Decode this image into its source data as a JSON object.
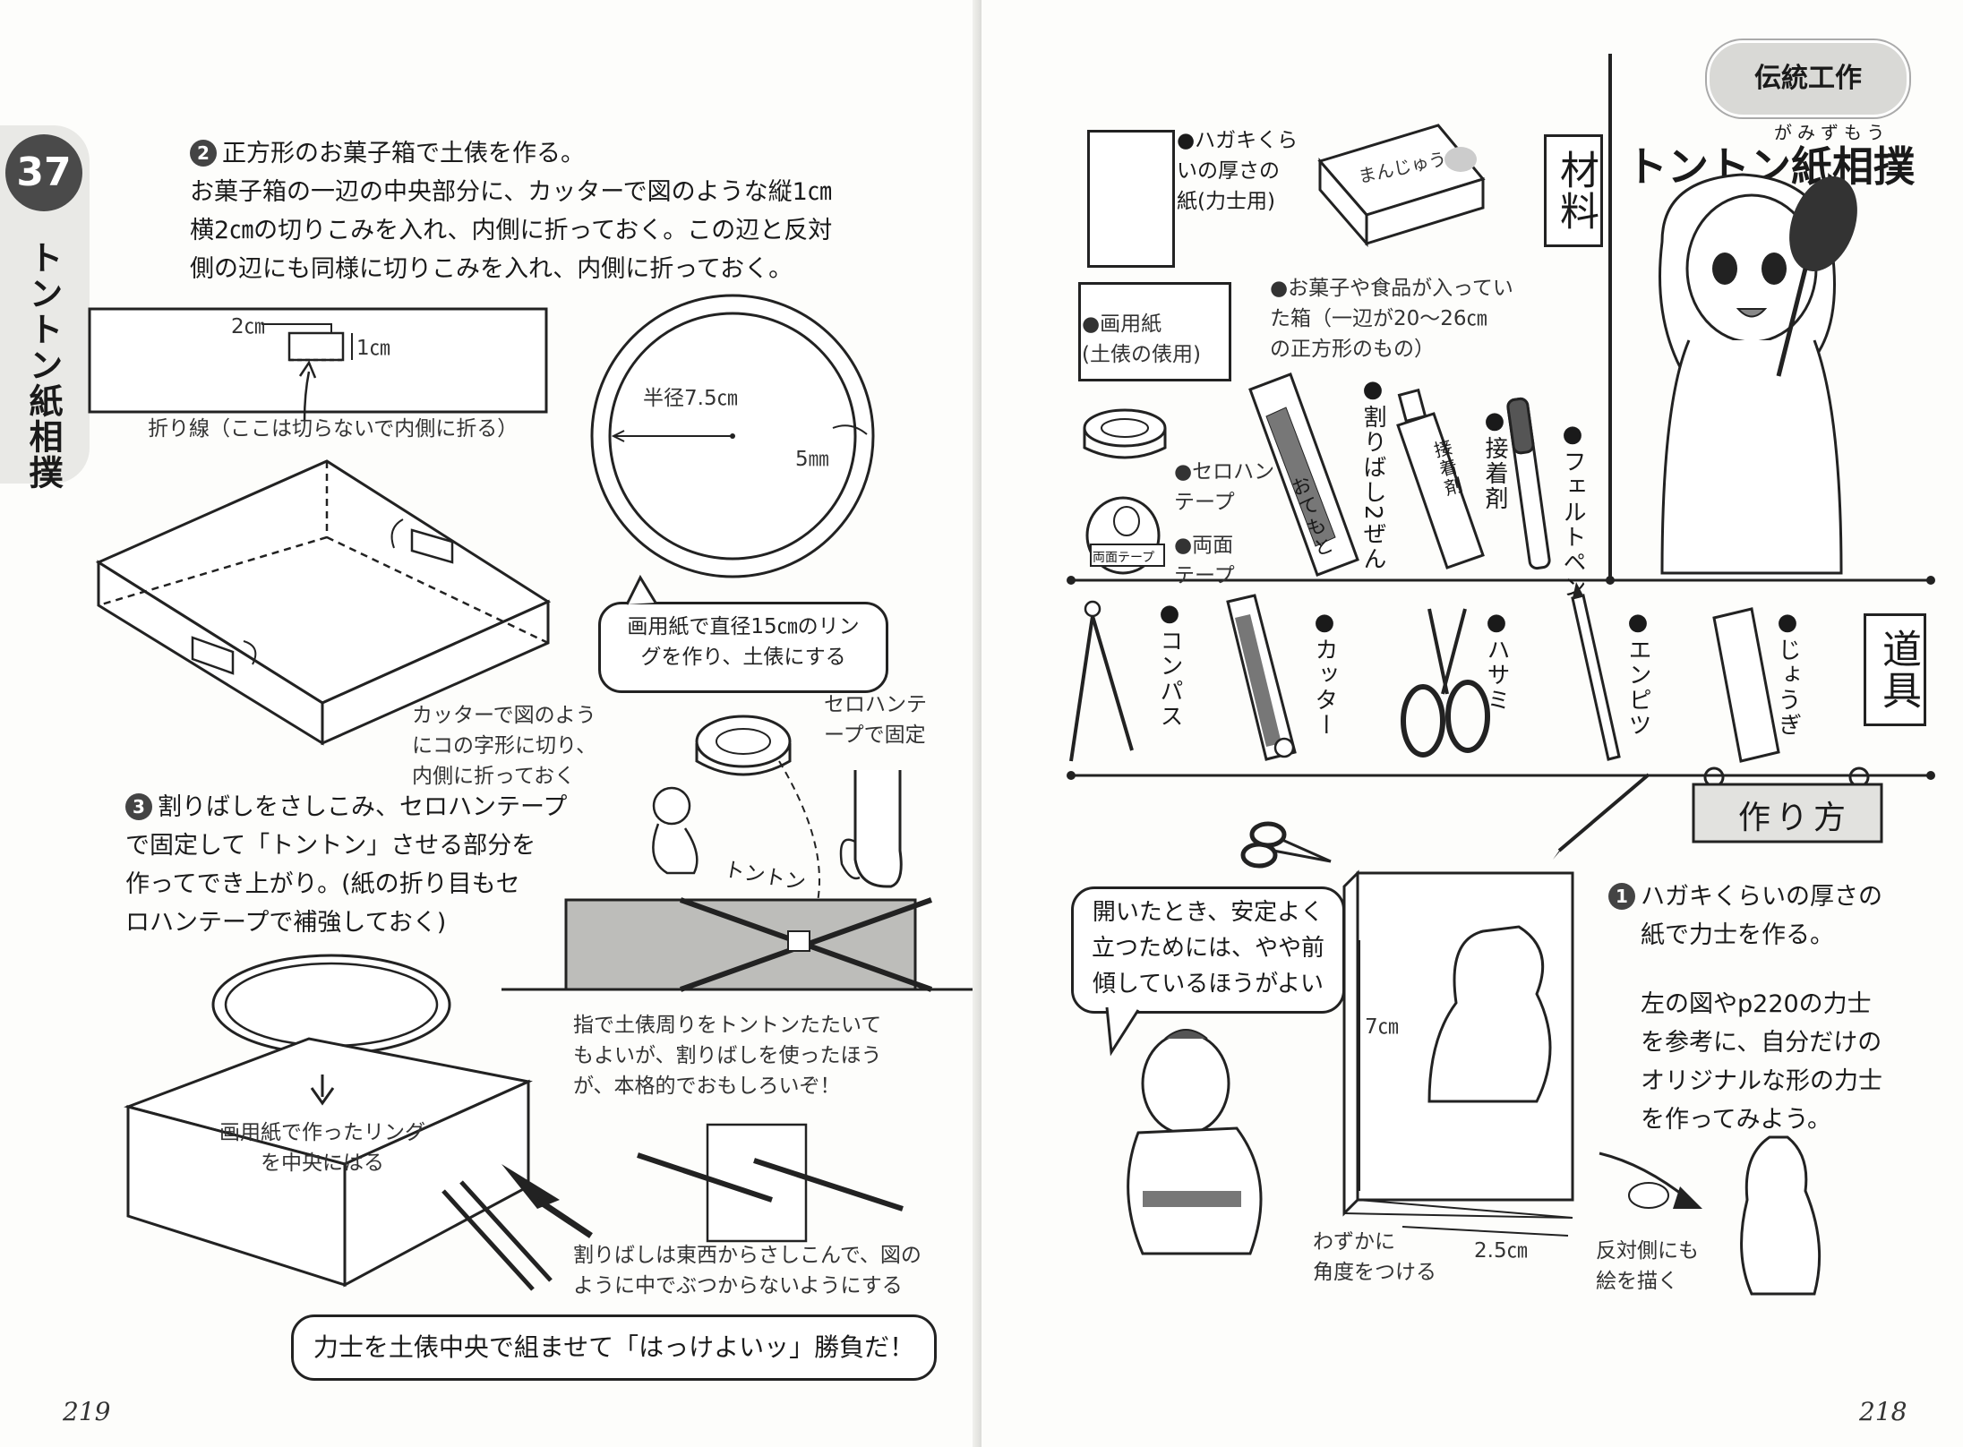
{
  "left_page": {
    "chapter_number": "37",
    "chapter_tab_title": "トントン紙相撲",
    "step2": {
      "number": "2",
      "lines": [
        "正方形のお菓子箱で土俵を作る。",
        "お菓子箱の一辺の中央部分に、カッターで図のような縦1㎝",
        "横2㎝の切りこみを入れ、内側に折っておく。この辺と反対",
        "側の辺にも同様に切りこみを入れ、内側に折っておく。"
      ]
    },
    "strip_diagram": {
      "width_label": "2㎝",
      "height_label": "1㎝",
      "fold_caption": "折り線（ここは切らないで内側に折る）"
    },
    "ring_diagram": {
      "radius_label": "半径7.5㎝",
      "width_label": "5㎜"
    },
    "ring_bubble": [
      "画用紙で直径15㎝のリン",
      "グを作り、土俵にする"
    ],
    "box_caption": [
      "カッターで図のよう",
      "にコの字形に切り、",
      "内側に折っておく"
    ],
    "tape_caption": [
      "セロハンテ",
      "ープで固定"
    ],
    "step3": {
      "number": "3",
      "lines": [
        "割りばしをさしこみ、セロハンテープ",
        "で固定して「トントン」させる部分を",
        "作ってでき上がり。(紙の折り目もセ",
        "ロハンテープで補強しておく)"
      ]
    },
    "tonton_sfx": "トントン",
    "finger_caption": [
      "指で土俵周りをトントンたたいて",
      "もよいが、割りばしを使ったほう",
      "が、本格的でおもしろいぞ！"
    ],
    "ring_center_caption": [
      "画用紙で作ったリング",
      "を中央にはる"
    ],
    "chopstick_caption": [
      "割りばしは東西からさしこんで、図の",
      "ように中でぶつからないようにする"
    ],
    "bottom_bubble": "力士を土俵中央で組ませて「はっけよいッ」勝負だ！",
    "page_number": "219"
  },
  "right_page": {
    "category_badge": "伝統工作",
    "title": "トントン紙相撲",
    "title_ruby": "がみずもう",
    "materials_label": "材料",
    "materials": [
      {
        "id": "paper",
        "lines": [
          "●ハガキくら",
          "いの厚さの",
          "紙(力士用)"
        ]
      },
      {
        "id": "sheet",
        "lines": [
          "●画用紙",
          "(土俵の俵用)"
        ]
      },
      {
        "id": "box",
        "lines": [
          "●お菓子や食品が入ってい",
          "た箱（一辺が20～26㎝",
          "の正方形のもの）"
        ]
      },
      {
        "id": "cellotape",
        "lines": [
          "●セロハン",
          "テープ"
        ]
      },
      {
        "id": "doubletape",
        "lines": [
          "●両面",
          "テープ"
        ]
      },
      {
        "id": "chopsticks",
        "text": "●割りばし2ぜん"
      },
      {
        "id": "glue",
        "text": "●接着剤"
      },
      {
        "id": "pen",
        "text": "●フェルトペン"
      }
    ],
    "box_label": "まんじゅう",
    "chopstick_wrapper_label": "おてもと",
    "glue_label": "接着剤",
    "doubletape_label": "両面テープ",
    "tools_label": "道具",
    "tools": [
      "●コンパス",
      "●カッター",
      "●ハサミ",
      "●エンピツ",
      "●じょうぎ"
    ],
    "howto_label": "作り方",
    "step1": {
      "number": "1",
      "lines": [
        "ハガキくらいの厚さの",
        "紙で力士を作る。"
      ],
      "lines2": [
        "左の図やp220の力士",
        "を参考に、自分だけの",
        "オリジナルな形の力士",
        "を作ってみよう。"
      ]
    },
    "stability_bubble": [
      "開いたとき、安定よく",
      "立つためには、やや前",
      "傾しているほうがよい"
    ],
    "height_label": "7㎝",
    "width_label": "2.5㎝",
    "angle_caption": [
      "わずかに",
      "角度をつける"
    ],
    "backside_caption": [
      "反対側にも",
      "絵を描く"
    ],
    "page_number": "218"
  }
}
